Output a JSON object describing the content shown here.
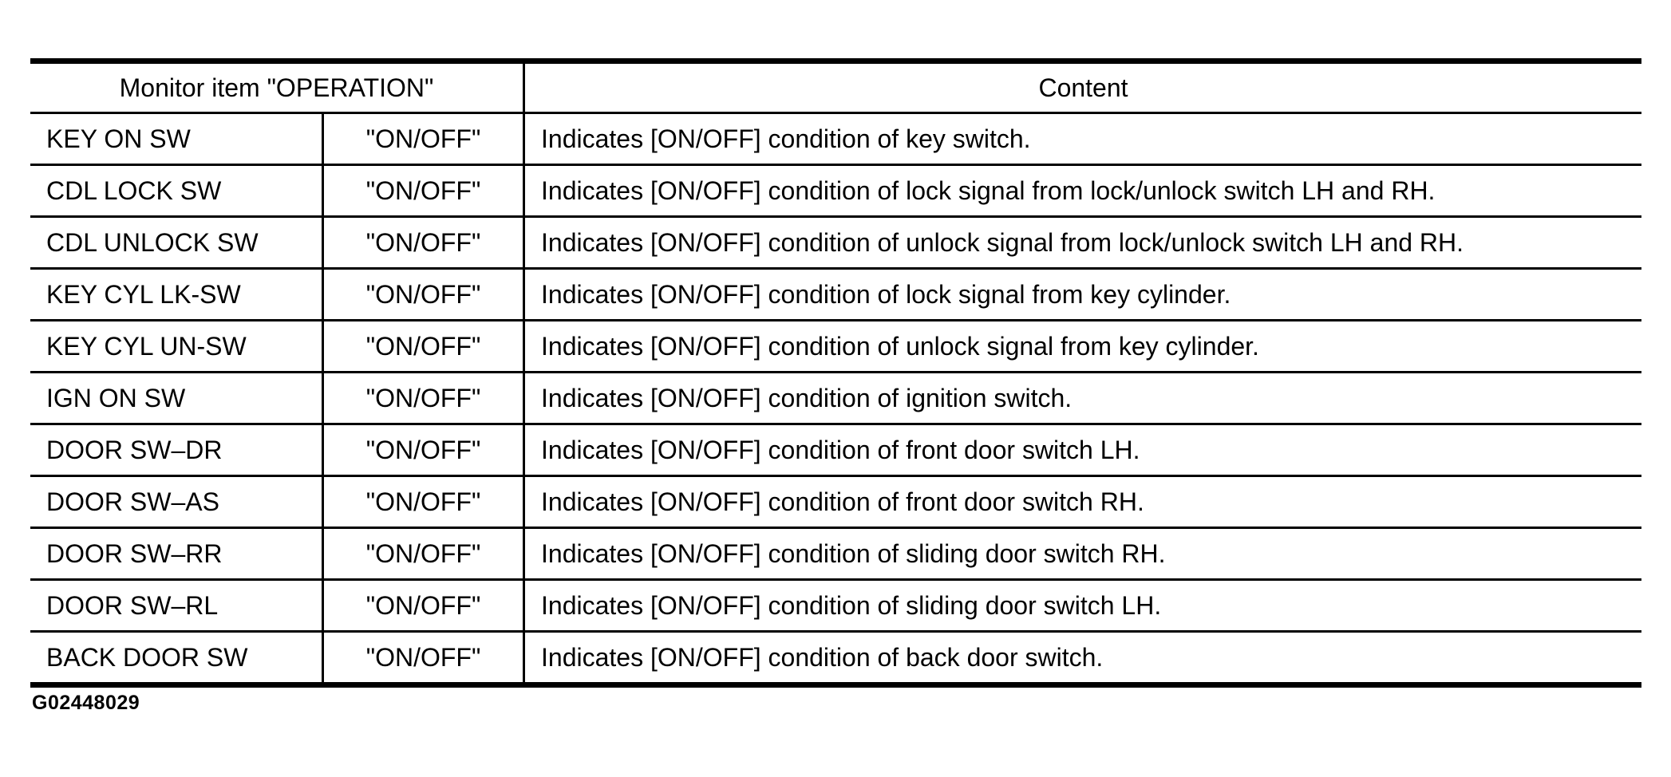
{
  "table": {
    "header": {
      "monitor_label": "Monitor item \"OPERATION\"",
      "content_label": "Content"
    },
    "rows": [
      {
        "item": "KEY ON SW",
        "operation": "\"ON/OFF\"",
        "content": "Indicates [ON/OFF] condition of key switch."
      },
      {
        "item": "CDL LOCK SW",
        "operation": "\"ON/OFF\"",
        "content": "Indicates [ON/OFF] condition of lock signal from lock/unlock switch LH and RH."
      },
      {
        "item": "CDL UNLOCK SW",
        "operation": "\"ON/OFF\"",
        "content": "Indicates [ON/OFF] condition of unlock signal from lock/unlock switch LH and RH."
      },
      {
        "item": "KEY CYL LK-SW",
        "operation": "\"ON/OFF\"",
        "content": "Indicates [ON/OFF] condition of lock signal from key cylinder."
      },
      {
        "item": "KEY CYL UN-SW",
        "operation": "\"ON/OFF\"",
        "content": "Indicates [ON/OFF] condition of unlock signal from key cylinder."
      },
      {
        "item": "IGN ON SW",
        "operation": "\"ON/OFF\"",
        "content": "Indicates [ON/OFF] condition of ignition switch."
      },
      {
        "item": "DOOR SW–DR",
        "operation": "\"ON/OFF\"",
        "content": "Indicates [ON/OFF] condition of front door switch LH."
      },
      {
        "item": "DOOR SW–AS",
        "operation": "\"ON/OFF\"",
        "content": "Indicates [ON/OFF] condition of front door switch RH."
      },
      {
        "item": "DOOR SW–RR",
        "operation": "\"ON/OFF\"",
        "content": "Indicates [ON/OFF] condition of sliding door switch RH."
      },
      {
        "item": "DOOR SW–RL",
        "operation": "\"ON/OFF\"",
        "content": "Indicates [ON/OFF] condition of sliding door switch LH."
      },
      {
        "item": "BACK DOOR SW",
        "operation": "\"ON/OFF\"",
        "content": "Indicates [ON/OFF] condition of back door switch."
      }
    ]
  },
  "figure_id": "G02448029",
  "colors": {
    "background": "#ffffff",
    "text": "#000000",
    "border": "#000000"
  }
}
